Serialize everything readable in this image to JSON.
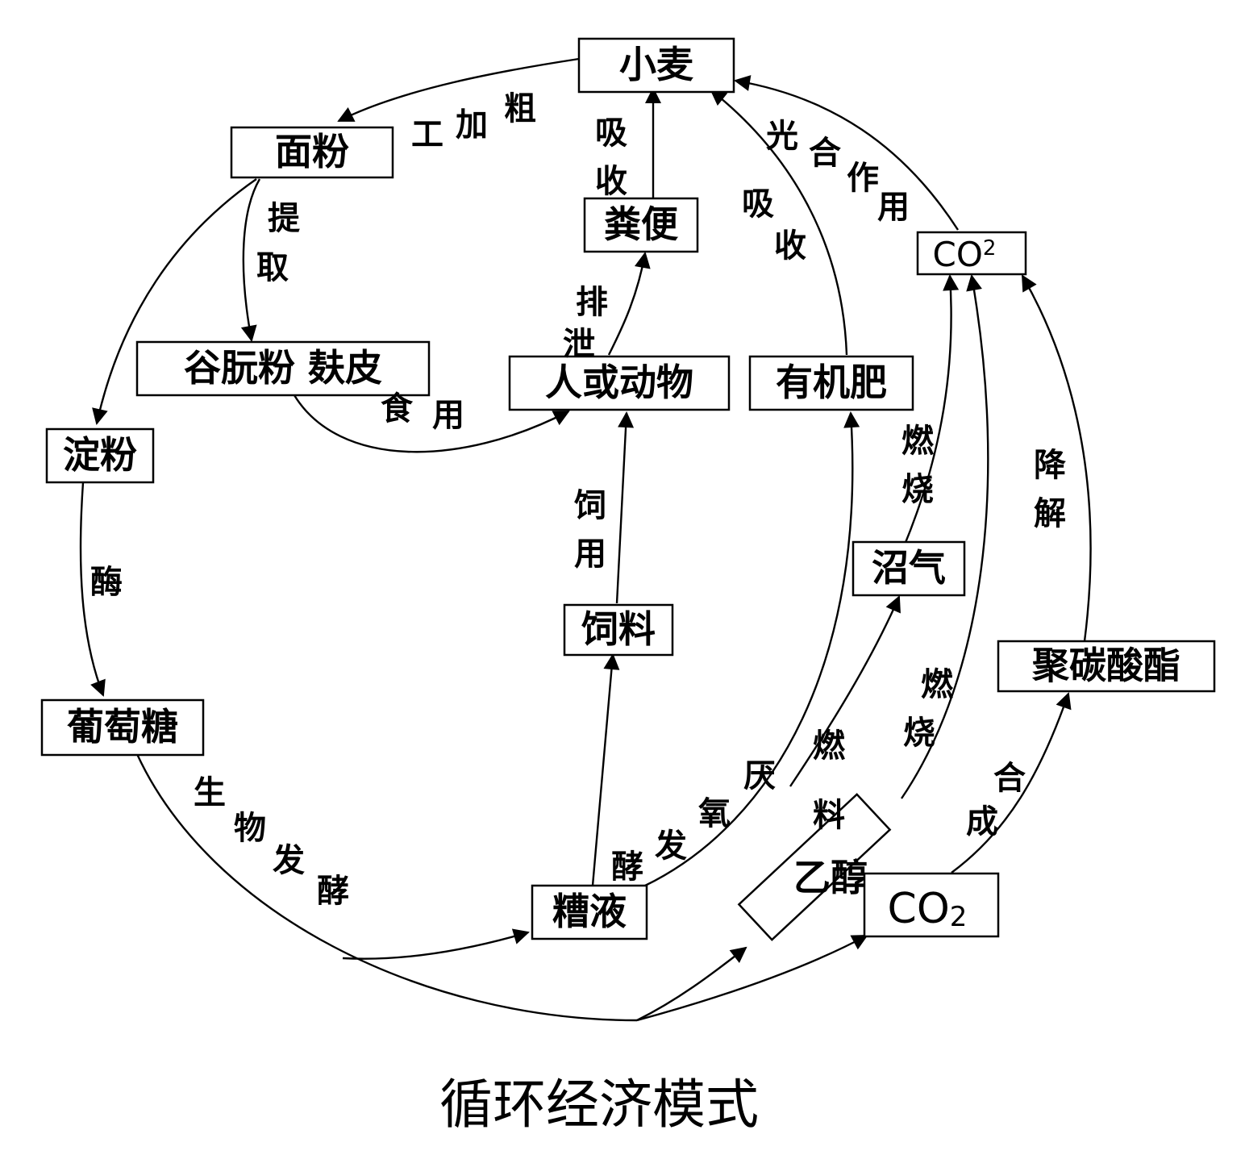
{
  "caption": "循环经济模式",
  "nodes": {
    "wheat": "小麦",
    "flour": "面粉",
    "gluten_bran": "谷朊粉 麸皮",
    "starch": "淀粉",
    "glucose": "葡萄糖",
    "feces": "粪便",
    "human_animal": "人或动物",
    "organic_fertilizer": "有机肥",
    "co2_top": "CO",
    "co2_top_sub": "2",
    "biogas": "沼气",
    "feed": "饲料",
    "polycarbonate": "聚碳酸酯",
    "mash": "糟液",
    "ethanol": "乙醇",
    "co2_bottom": "CO",
    "co2_bottom_sub": "2"
  },
  "edge_labels": {
    "rough_processing": [
      "工",
      "加",
      "粗"
    ],
    "extract": [
      "提",
      "取"
    ],
    "absorb_feces": [
      "吸",
      "收"
    ],
    "absorb_fertilizer": [
      "吸",
      "收"
    ],
    "photosynthesis": [
      "光",
      "合",
      "作",
      "用"
    ],
    "excrete": [
      "排",
      "泄"
    ],
    "eat": [
      "食",
      "用"
    ],
    "enzyme": [
      "酶"
    ],
    "feeding": [
      "饲",
      "用"
    ],
    "burn_biogas": [
      "燃",
      "烧"
    ],
    "degrade": [
      "降",
      "解"
    ],
    "bio_fermentation": [
      "生",
      "物",
      "发",
      "酵"
    ],
    "anaerobic_fermentation": [
      "厌",
      "氧",
      "发",
      "酵"
    ],
    "fuel": [
      "燃",
      "料"
    ],
    "burn_ethanol": [
      "燃",
      "烧"
    ],
    "synthesis": [
      "合",
      "成"
    ]
  }
}
